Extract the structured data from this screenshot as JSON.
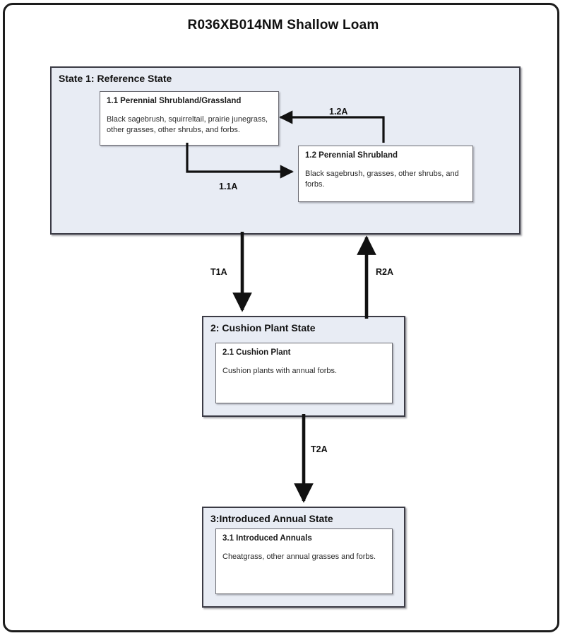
{
  "diagram": {
    "title": "R036XB014NM Shallow Loam",
    "type": "state-and-transition-model",
    "frame_background": "#ffffff",
    "state_fill": "#e8ecf4",
    "phase_fill": "#ffffff",
    "border_color": "#3b3b45"
  },
  "states": [
    {
      "id": "state-1",
      "title": "State 1: Reference State",
      "phases": [
        {
          "id": "phase-1-1",
          "title": "1.1 Perennial Shrubland/Grassland",
          "body": "Black sagebrush, squirreltail, prairie junegrass,  other grasses, other shrubs, and forbs."
        },
        {
          "id": "phase-1-2",
          "title": "1.2  Perennial Shrubland",
          "body": "Black sagebrush, grasses, other shrubs, and forbs."
        }
      ]
    },
    {
      "id": "state-2",
      "title": "2: Cushion Plant State",
      "phases": [
        {
          "id": "phase-2-1",
          "title": "2.1 Cushion Plant",
          "body": "Cushion plants with annual forbs."
        }
      ]
    },
    {
      "id": "state-3",
      "title": "3:Introduced Annual State",
      "phases": [
        {
          "id": "phase-3-1",
          "title": "3.1 Introduced Annuals",
          "body": "Cheatgrass, other annual grasses and forbs."
        }
      ]
    }
  ],
  "transitions": [
    {
      "id": "1-1A",
      "label": "1.1A",
      "from": "phase-1-1",
      "to": "phase-1-2",
      "direction": "down-right"
    },
    {
      "id": "1-2A",
      "label": "1.2A",
      "from": "phase-1-2",
      "to": "phase-1-1",
      "direction": "up-left"
    },
    {
      "id": "T1A",
      "label": "T1A",
      "from": "state-1",
      "to": "state-2",
      "direction": "down"
    },
    {
      "id": "R2A",
      "label": "R2A",
      "from": "state-2",
      "to": "state-1",
      "direction": "up"
    },
    {
      "id": "T2A",
      "label": "T2A",
      "from": "state-2",
      "to": "state-3",
      "direction": "down"
    }
  ]
}
